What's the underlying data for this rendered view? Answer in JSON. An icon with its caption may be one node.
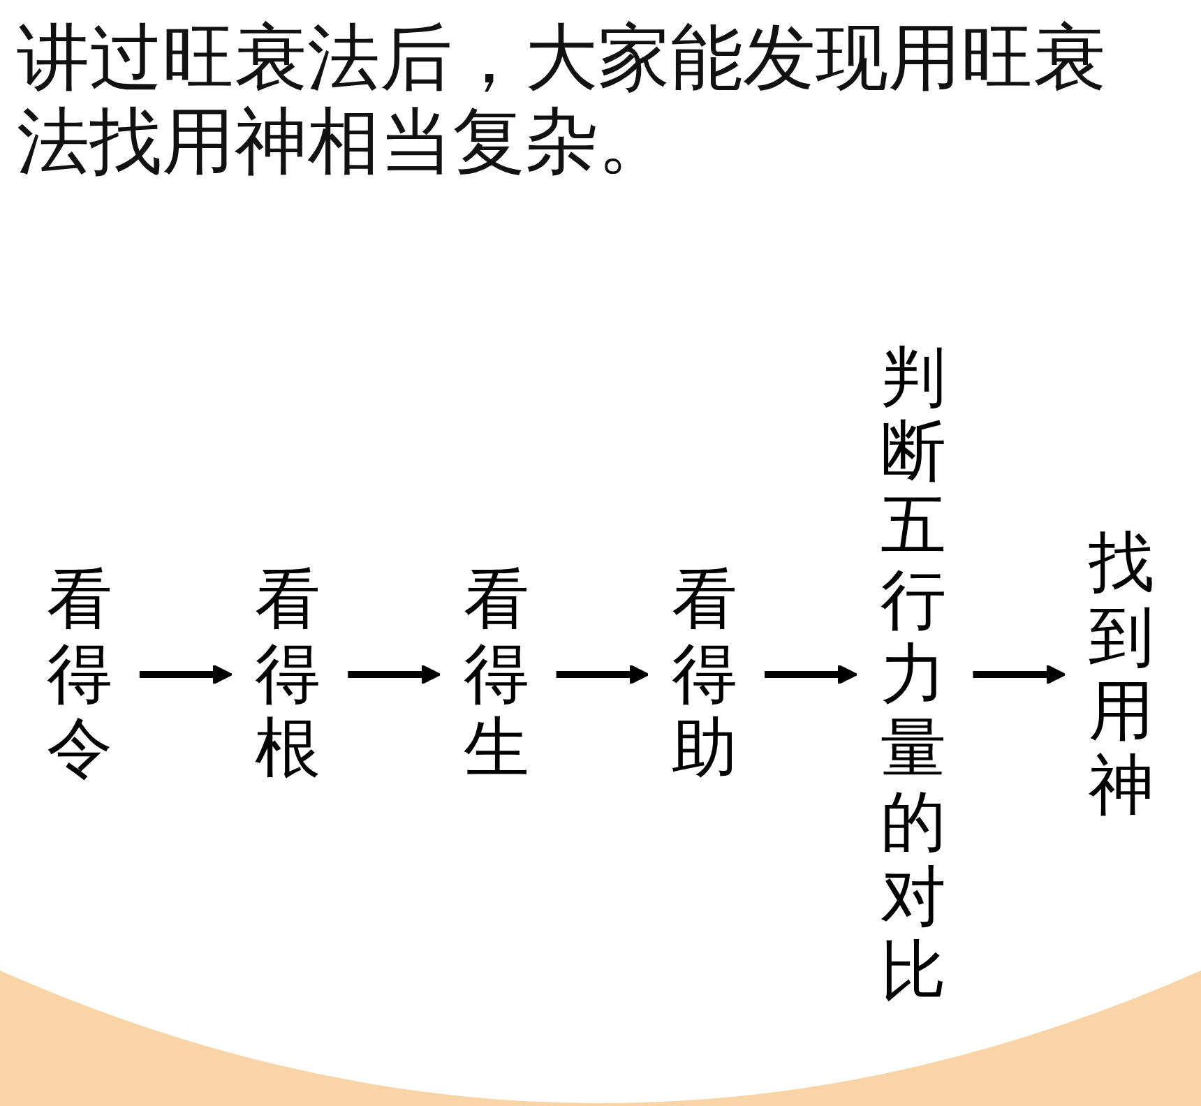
{
  "diagram": {
    "title": "讲过旺衰法后，大家能发现用旺衰法找用神相当复杂。",
    "nodes": [
      {
        "text": [
          "看得令"
        ]
      },
      {
        "text": [
          "看得根"
        ]
      },
      {
        "text": [
          "看得生"
        ]
      },
      {
        "text": [
          "看得助"
        ]
      },
      {
        "text": [
          "判断五行力量的对比"
        ]
      },
      {
        "text": [
          "找到用神"
        ]
      }
    ],
    "edges": [
      {
        "from": 0,
        "to": 1,
        "arrow": "to"
      },
      {
        "from": 1,
        "to": 2,
        "arrow": "to"
      },
      {
        "from": 2,
        "to": 3,
        "arrow": "to"
      },
      {
        "from": 3,
        "to": 4,
        "arrow": "to"
      },
      {
        "from": 4,
        "to": 5,
        "arrow": "to"
      }
    ]
  }
}
